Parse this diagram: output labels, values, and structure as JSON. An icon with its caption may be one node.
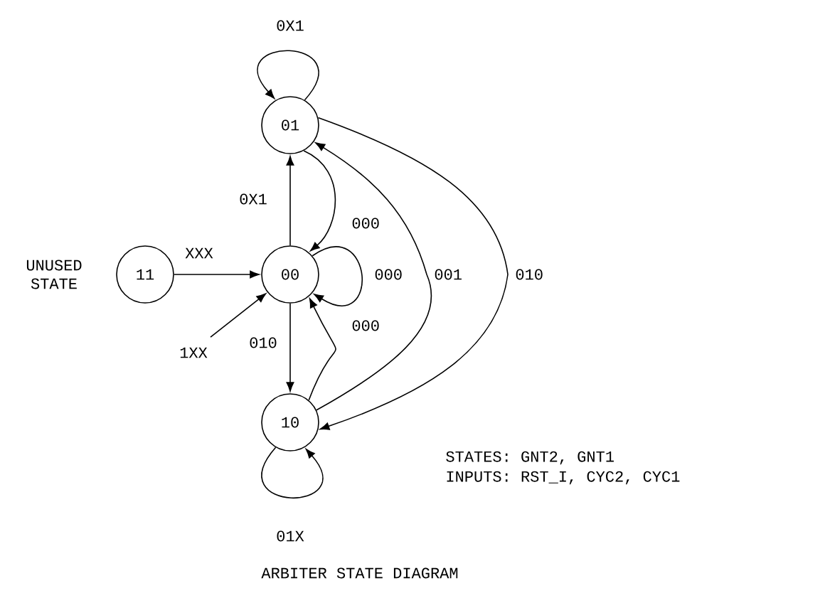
{
  "diagram": {
    "caption": "ARBITER STATE DIAGRAM",
    "nodes": [
      {
        "text": [
          "01"
        ]
      },
      {
        "text": [
          "11"
        ],
        "beside": [
          "UNUSED STATE"
        ]
      },
      {
        "text": [
          "00"
        ]
      },
      {
        "text": [
          "10"
        ]
      }
    ],
    "edges": [
      {
        "from": 0,
        "to": 0,
        "arrow": "to",
        "label": "0X1"
      },
      {
        "from": 2,
        "to": 0,
        "arrow": "to",
        "label": "0X1"
      },
      {
        "from": 1,
        "to": 2,
        "arrow": "to",
        "label": "XXX"
      },
      {
        "from": null,
        "to": 2,
        "arrow": "to",
        "label": "1XX"
      },
      {
        "from": 2,
        "to": 3,
        "arrow": "to",
        "label": "010"
      },
      {
        "from": 0,
        "to": 2,
        "arrow": "to",
        "label": "000"
      },
      {
        "from": 2,
        "to": 2,
        "arrow": "to",
        "label": "000"
      },
      {
        "from": 3,
        "to": 2,
        "arrow": "to",
        "label": "000"
      },
      {
        "from": 3,
        "to": 0,
        "arrow": "to",
        "label": "001"
      },
      {
        "from": 0,
        "to": 3,
        "arrow": "to",
        "label": "010"
      },
      {
        "from": 3,
        "to": 3,
        "arrow": "to",
        "label": "01X"
      }
    ],
    "labels": [
      "STATES: GNT2, GNT1",
      "INPUTS: RST_I, CYC2, CYC1"
    ]
  }
}
